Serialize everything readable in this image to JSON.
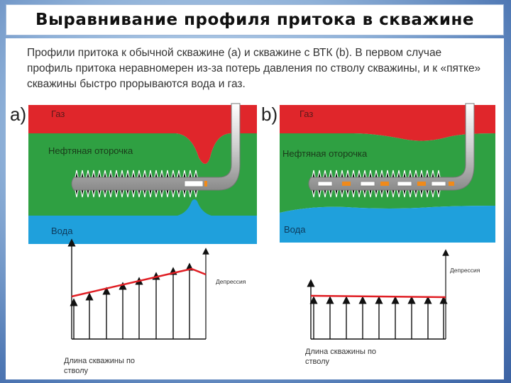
{
  "title": "Выравнивание профиля притока в скважине",
  "description": "Профили притока к обычной скважине (а) и скважине с ВТК (b). В первом случае профиль притока неравномерен из-за потерь давления по стволу скважины, и к «пятке» скважины быстро прорываются вода и газ.",
  "diagram_a": {
    "tag": "a)",
    "gas": "Газ",
    "oil": "Нефтяная оторочка",
    "water": "Вода"
  },
  "diagram_b": {
    "tag": "b)",
    "gas": "Газ",
    "oil": "Нефтяная оторочка",
    "water": "Вода"
  },
  "chart_a": {
    "ylabel": "Депрессия",
    "xlabel_line1": "Длина скважины по",
    "xlabel_line2": "стволу"
  },
  "chart_b": {
    "ylabel": "Депрессия",
    "xlabel_line1": "Длина скважины по",
    "xlabel_line2": "стволу"
  },
  "colors": {
    "gas": "#e0262b",
    "oil": "#2fa042",
    "water": "#1fa0dc",
    "trend": "#e01e24"
  }
}
